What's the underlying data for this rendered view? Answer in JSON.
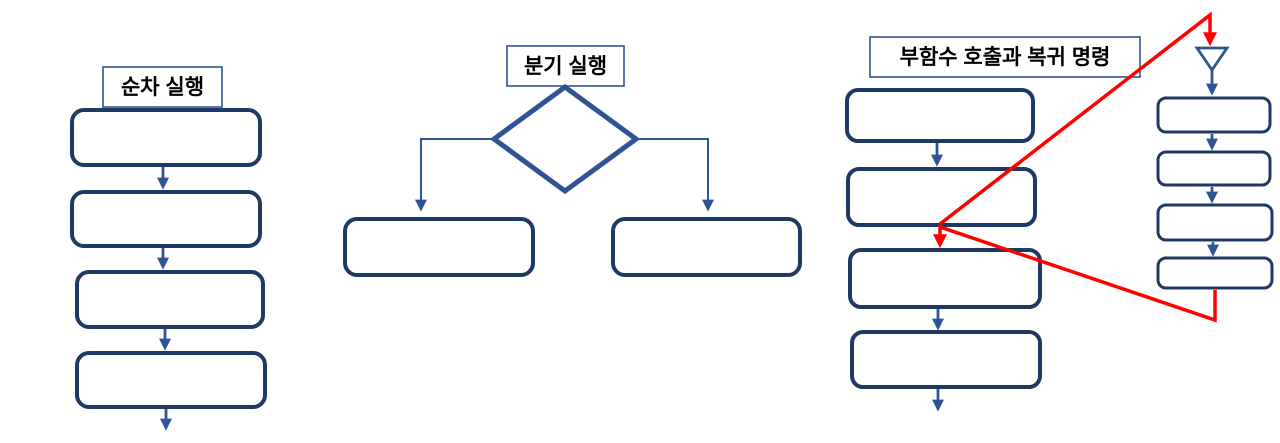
{
  "colors": {
    "background": "#FFFFFF",
    "box_border": "#1F3864",
    "connector": "#2F5496",
    "title_border": "#2F5496",
    "title_text": "#000000",
    "call_return": "#FF0000"
  },
  "diagrams": {
    "sequential": {
      "title": "순차 실행",
      "step_count": 4
    },
    "branch": {
      "title": "분기 실행",
      "decision_count": 1,
      "branch_count": 2
    },
    "subroutine": {
      "title": "부함수 호출과 복귀 명령",
      "main_step_count": 4,
      "sub_step_count": 4
    }
  }
}
